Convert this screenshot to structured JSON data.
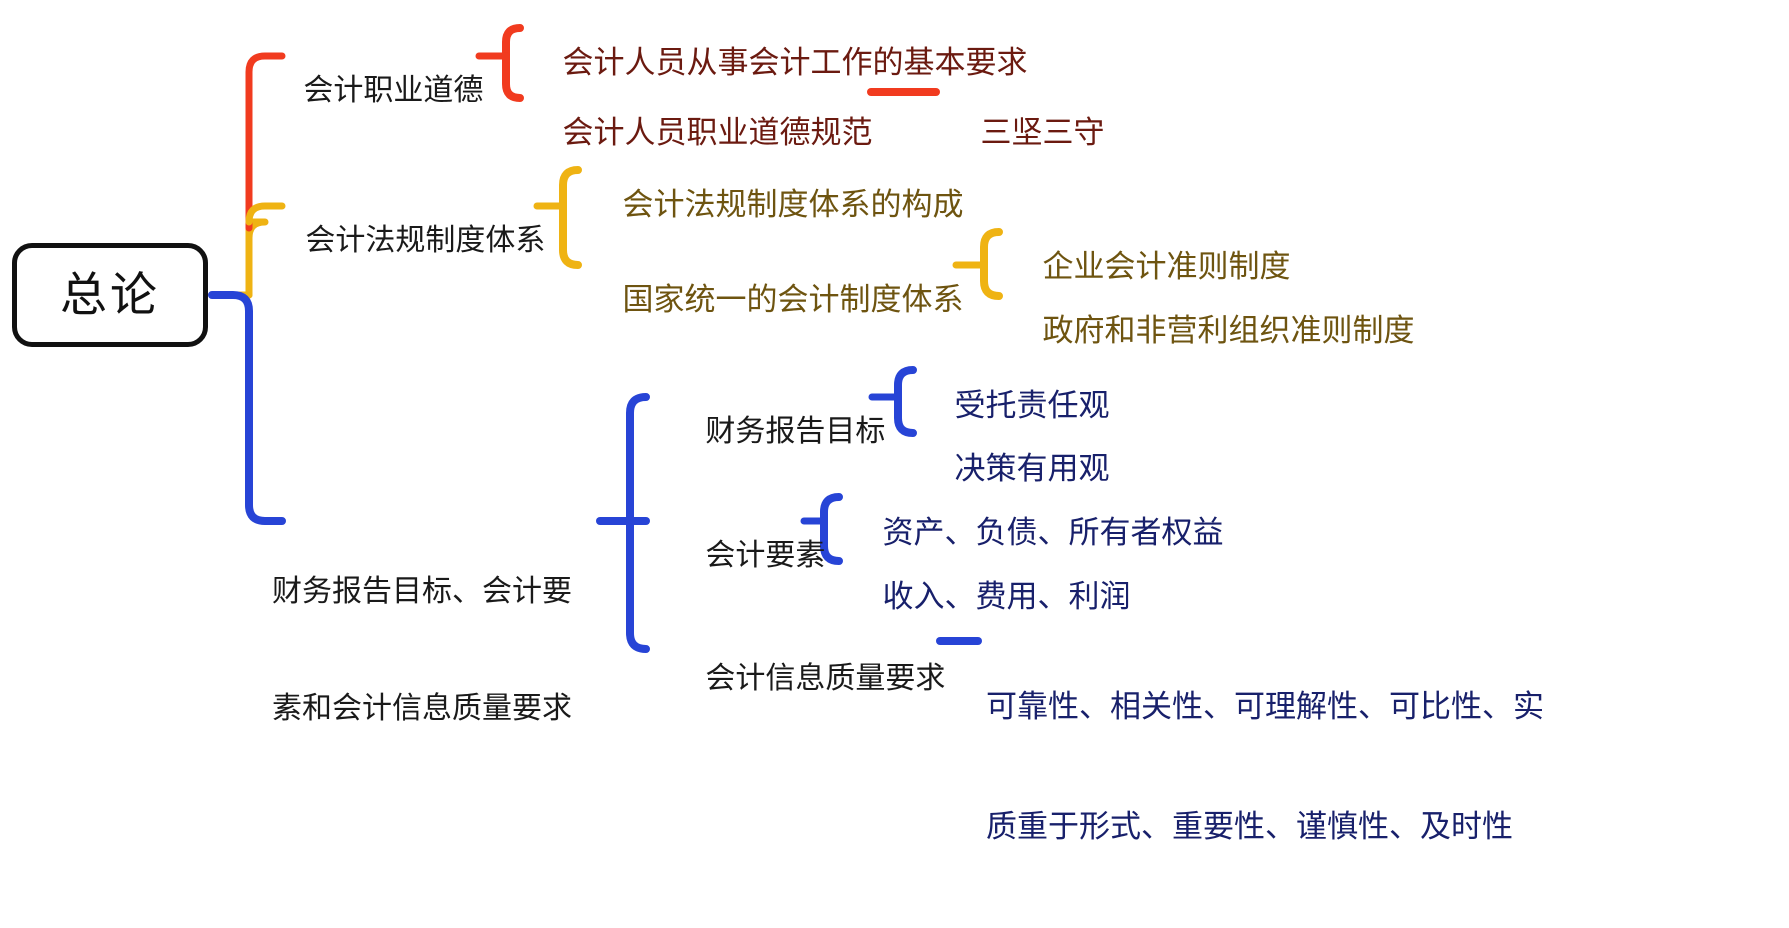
{
  "diagram": {
    "type": "mindmap",
    "title": "总论",
    "orientation": "left-to-right",
    "background": "#ffffff",
    "colors": {
      "root_border": "#111111",
      "root_text": "#111111",
      "branch_red": "#F13B1F",
      "branch_gold": "#EFB313",
      "branch_blue": "#2744D6",
      "leaf_text_red": "#6B1A10",
      "leaf_text_gold": "#6E5410",
      "leaf_text_blue": "#18206B",
      "level_text": "#1A1A1A"
    }
  },
  "root": {
    "label": "总论"
  },
  "branches": [
    {
      "id": "ethics",
      "color": "#F13B1F",
      "label": "会计职业道德",
      "children": [
        {
          "label": "会计人员从事会计工作的基本要求",
          "children": []
        },
        {
          "label": "会计人员职业道德规范",
          "children": [
            {
              "label": "三坚三守"
            }
          ]
        }
      ]
    },
    {
      "id": "regulations",
      "color": "#EFB313",
      "label": "会计法规制度体系",
      "children": [
        {
          "label": "会计法规制度体系的构成",
          "children": []
        },
        {
          "label": "国家统一的会计制度体系",
          "children": [
            {
              "label": "企业会计准则制度"
            },
            {
              "label": "政府和非营利组织准则制度"
            }
          ]
        }
      ]
    },
    {
      "id": "reporting",
      "color": "#2744D6",
      "label_line1": "财务报告目标、会计要",
      "label_line2": "素和会计信息质量要求",
      "children": [
        {
          "label": "财务报告目标",
          "children": [
            {
              "label": "受托责任观"
            },
            {
              "label": "决策有用观"
            }
          ]
        },
        {
          "label": "会计要素",
          "children": [
            {
              "label": "资产、负债、所有者权益"
            },
            {
              "label": "收入、费用、利润"
            }
          ]
        },
        {
          "label": "会计信息质量要求",
          "children": [
            {
              "label_line1": "可靠性、相关性、可理解性、可比性、实",
              "label_line2": "质重于形式、重要性、谨慎性、及时性"
            }
          ]
        }
      ]
    }
  ]
}
